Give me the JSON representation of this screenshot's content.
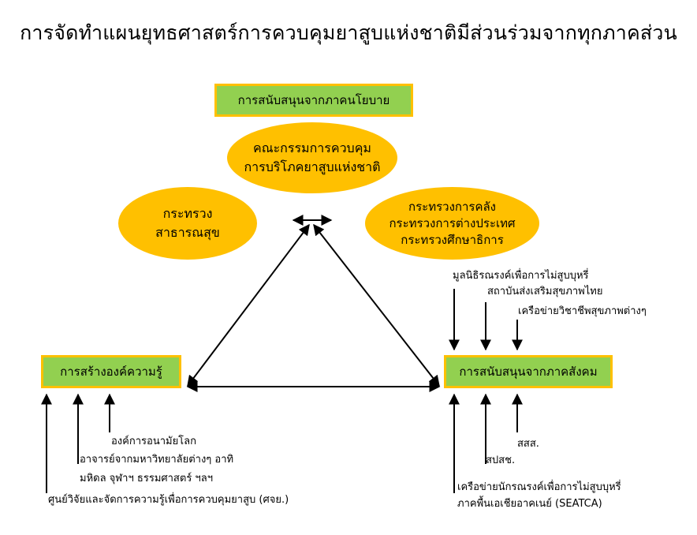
{
  "title": "การจัดทำแผนยุทธศาสตร์การควบคุมยาสูบแห่งชาติมีส่วนร่วมจากทุกภาคส่วน",
  "boxes": {
    "policy": "การสนับสนุนจากภาคนโยบาย",
    "knowledge": "การสร้างองค์ความรู้",
    "social": "การสนับสนุนจากภาคสังคม"
  },
  "ellipses": {
    "committee": [
      "คณะกรรมการควบคุม",
      "การบริโภคยาสูบแห่งชาติ"
    ],
    "public_health": [
      "กระทรวง",
      "สาธารณสุข"
    ],
    "ministries": [
      "กระทรวงการคลัง",
      "กระทรวงการต่างประเทศ",
      "กระทรวงศึกษาธิการ"
    ]
  },
  "social_inputs_top": [
    "มูลนิธิรณรงค์เพื่อการไม่สูบบุหรี่",
    "สถาบันส่งเสริมสุขภาพไทย",
    "เครือข่ายวิชาชีพสุขภาพต่างๆ"
  ],
  "social_inputs_bottom": {
    "sss": "สสส.",
    "spsch": "สปสช.",
    "seatca": [
      "เครือข่ายนักรณรงค์เพื่อการไม่สูบบุหรี่",
      "ภาคพื้นเอเชียอาคเนย์ (SEATCA)"
    ]
  },
  "knowledge_inputs": {
    "who": "องค์การอนามัยโลก",
    "universities": [
      "อาจารย์จากมหาวิทยาลัยต่างๆ อาทิ",
      "มหิดล จุฬาฯ ธรรมศาสตร์ ฯลฯ"
    ],
    "trc": "ศูนย์วิจัยและจัดการความรู้เพื่อการควบคุมยาสูบ (ศจย.)"
  },
  "colors": {
    "box_fill": "#92d050",
    "box_border": "#ffc000",
    "ellipse_fill": "#ffc000"
  }
}
